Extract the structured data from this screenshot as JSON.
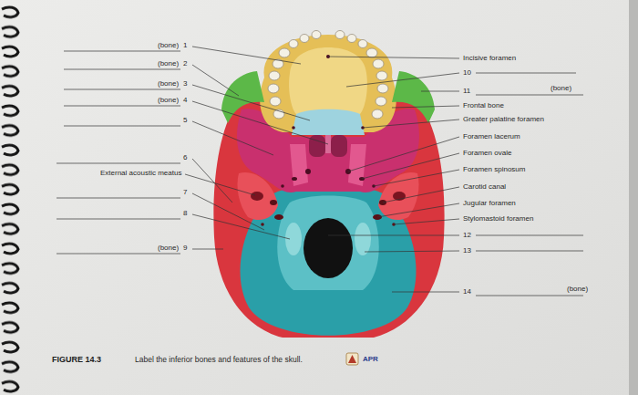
{
  "diagram": {
    "caption": "Label the inferior bones and features of the skull.",
    "labels": [
      "(bone)",
      "1",
      "(bone)",
      "2",
      "(bone)",
      "3",
      "(bone)",
      "4",
      "5",
      "6",
      "External acoustic meatus",
      "7",
      "8",
      "(bone)",
      "9",
      "Incisive foramen",
      "10",
      "11",
      "(bone)",
      "Frontal bone",
      "Greater palatine foramen",
      "Foramen lacerum",
      "Foramen ovale",
      "Foramen spinosum",
      "Carotid canal",
      "Jugular foramen",
      "Stylomastoid foramen",
      "12",
      "13",
      "14",
      "(bone)",
      "FIGURE 14.3",
      "APR"
    ]
  }
}
